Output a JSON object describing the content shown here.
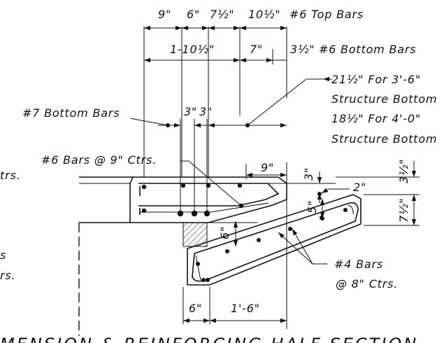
{
  "drawing": {
    "title": "MENSION & REINFORCING HALF SECTION",
    "labels": {
      "top_bars": "#6 Top Bars",
      "bottom_bars": "#6 Bottom Bars",
      "bottom_bars_7": "#7 Bottom Bars",
      "bars_6_at_9": "#6 Bars @ 9\" Ctrs.",
      "note_line1": "21½\" For 3'-6\"",
      "note_line2": "Structure Bottom",
      "note_line3": "18½\" For 4'-0\"",
      "note_line4": "Structure Bottom",
      "bars_4": "#4 Bars",
      "bars_4_spacing": "@ 8\" Ctrs.",
      "left_cut_1": "trs.",
      "left_cut_2": "s",
      "left_cut_3": "rs."
    },
    "dimensions": {
      "top_9": "9\"",
      "top_6": "6\"",
      "top_7_5": "7½\"",
      "top_10_5": "10½\"",
      "d_1_10_5": "1-10½\"",
      "d_7": "7\"",
      "d_3_5_top": "3½\"",
      "d_3a": "3\"",
      "d_3b": "3\"",
      "d_9_mid": "9\"",
      "d_3_vert": "3\"",
      "d_3_5_right": "3½\"",
      "d_2": "2\"",
      "d_5": "5\"",
      "d_7_5_right": "7½\"",
      "d_6_vert": "6\"",
      "d_6_bottom": "6\"",
      "d_1_6": "1'-6\""
    }
  }
}
